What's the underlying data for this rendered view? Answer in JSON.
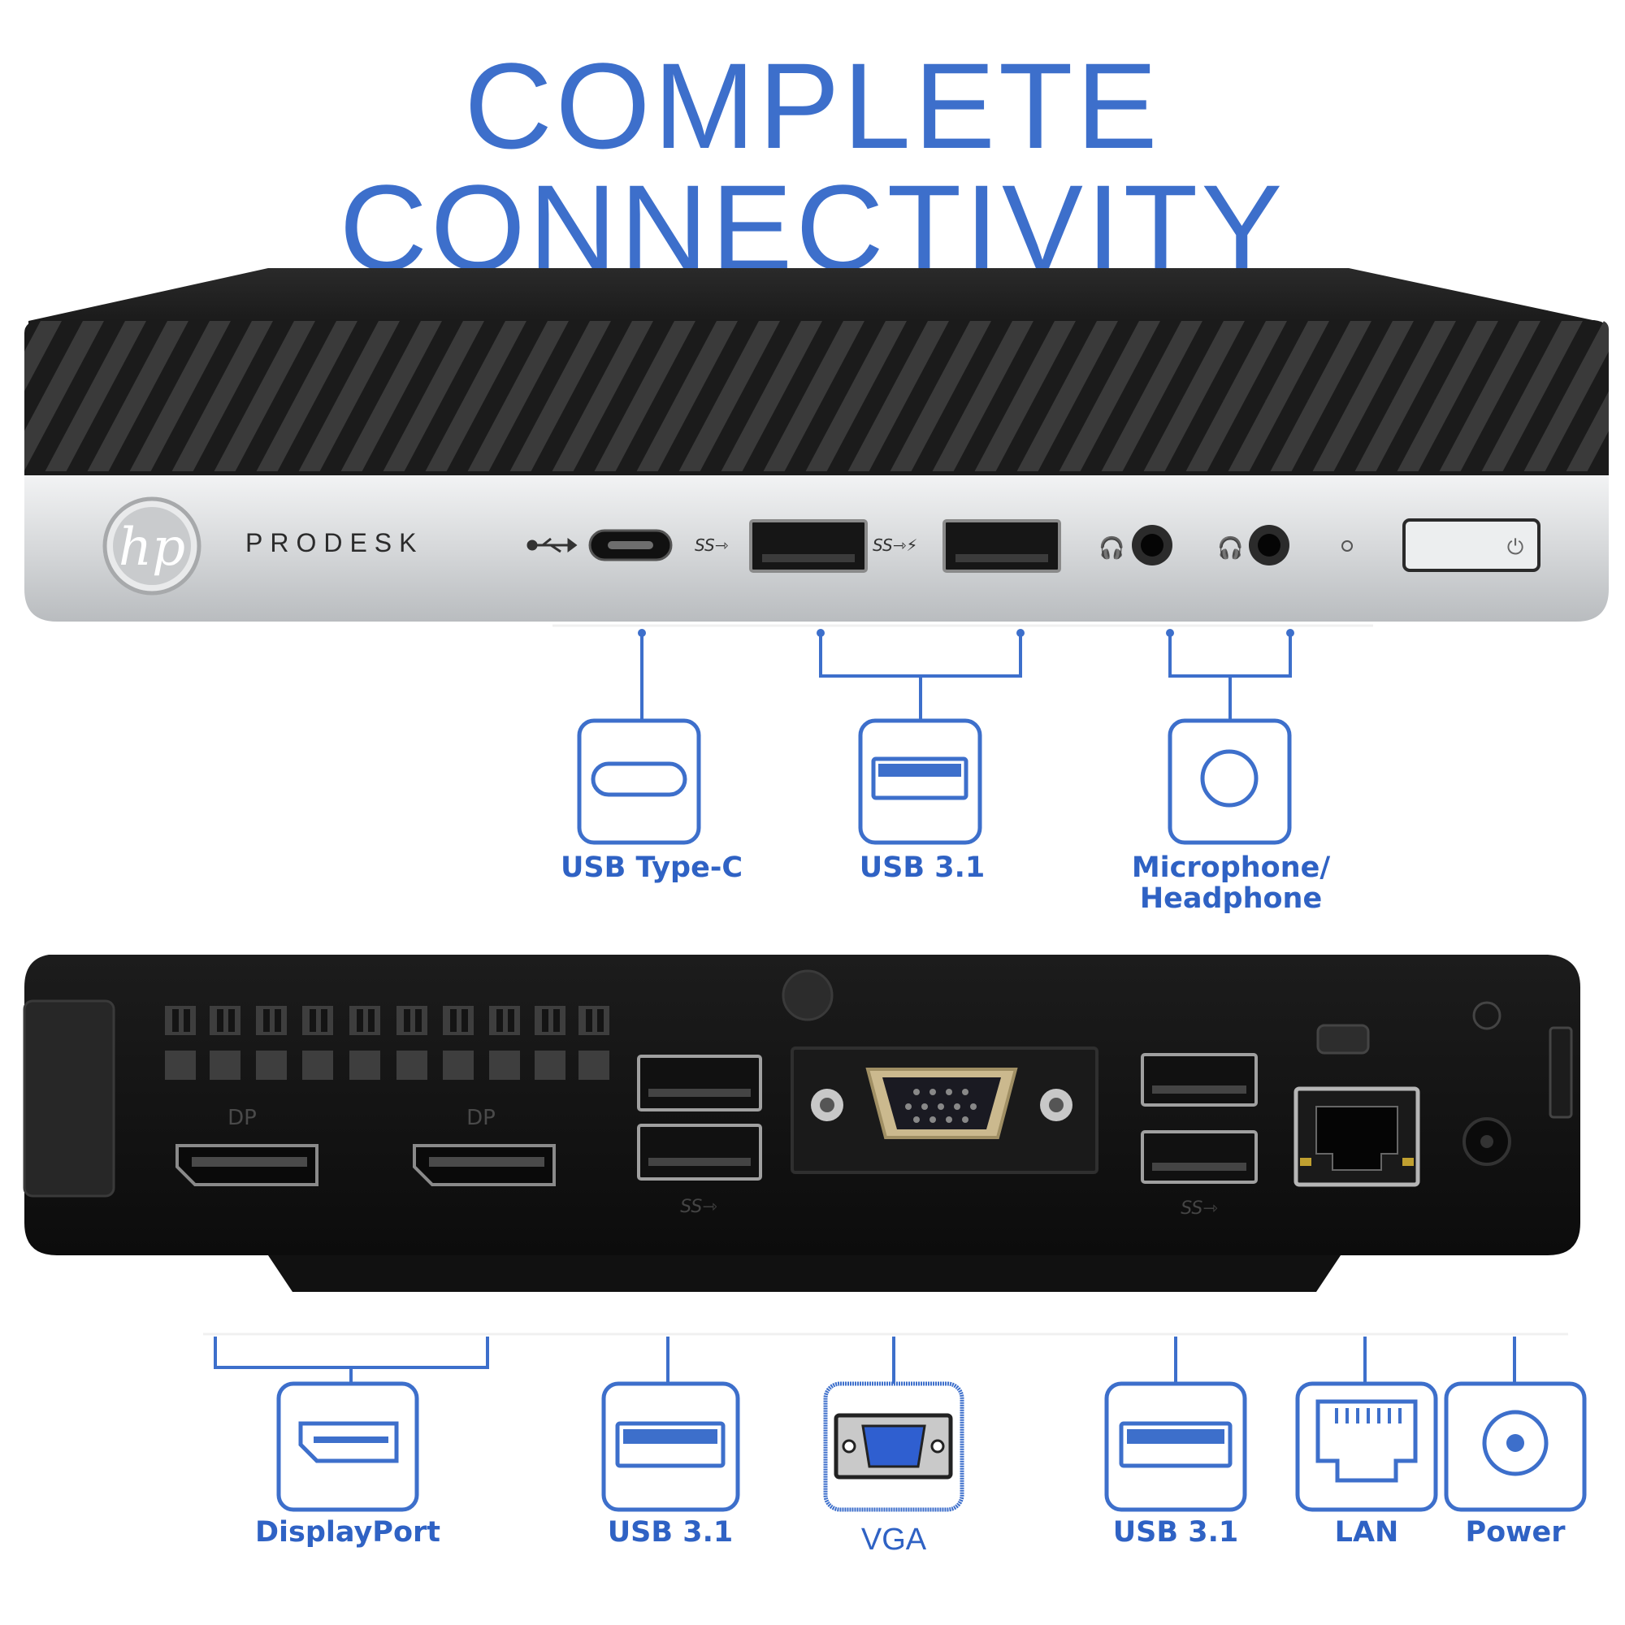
{
  "headline": "COMPLETE CONNECTIVITY",
  "brand": {
    "logo_text": "hp",
    "model": "PRODESK"
  },
  "colors": {
    "accent": "#3d6fcb",
    "label": "#2f62c4",
    "case_dark": "#1e1e1e",
    "front_panel": "#d9dadb"
  },
  "front_ports": [
    {
      "label": "USB Type-C",
      "icon": "usb-c-icon"
    },
    {
      "label": "USB 3.1",
      "icon": "usb-a-icon"
    },
    {
      "label": "Microphone/\nHeadphone",
      "icon": "audio-jack-icon"
    }
  ],
  "rear_ports": [
    {
      "label": "DisplayPort",
      "icon": "displayport-icon"
    },
    {
      "label": "USB 3.1",
      "icon": "usb-a-icon"
    },
    {
      "label": "VGA",
      "icon": "vga-icon"
    },
    {
      "label": "USB 3.1",
      "icon": "usb-a-icon"
    },
    {
      "label": "LAN",
      "icon": "ethernet-icon"
    },
    {
      "label": "Power",
      "icon": "power-jack-icon"
    }
  ]
}
